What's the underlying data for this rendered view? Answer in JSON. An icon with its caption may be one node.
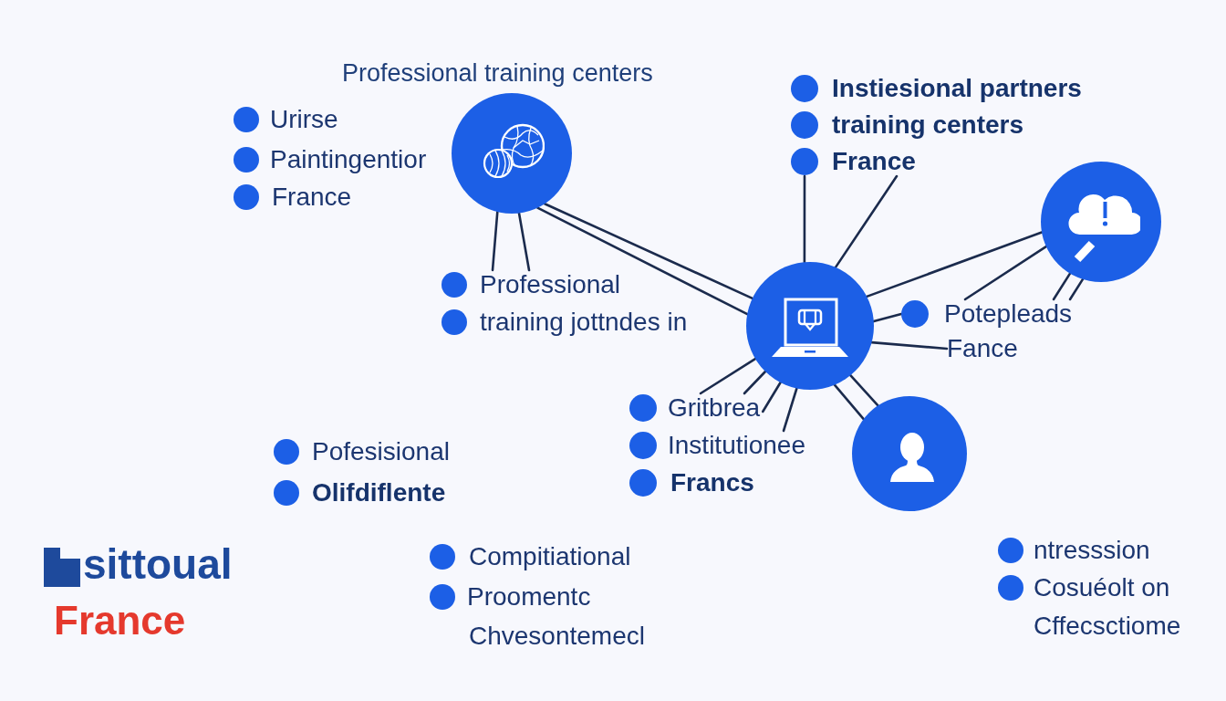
{
  "diagram": {
    "nodes": [
      {
        "text": [
          "Professional training centers"
        ]
      },
      {
        "text": [
          "France"
        ]
      },
      {
        "text": [],
        "shape": "circle"
      },
      {
        "text": [
          "Professional"
        ]
      },
      {
        "text": [
          "Potepleads"
        ]
      },
      {
        "text": [],
        "shape": "circle"
      },
      {
        "text": [
          "Fance"
        ]
      },
      {
        "text": [
          "Gritbrea"
        ]
      },
      {
        "text": [
          "Institutionee"
        ]
      },
      {
        "text": [],
        "shape": "circle"
      }
    ],
    "edges": [
      {
        "from": 0,
        "to": 3,
        "arrow": "none"
      },
      {
        "from": 0,
        "to": 3,
        "arrow": "none"
      },
      {
        "from": 0,
        "to": 5,
        "arrow": "none"
      },
      {
        "from": 0,
        "to": 5,
        "arrow": "none"
      },
      {
        "from": 5,
        "to": 1,
        "arrow": "none"
      },
      {
        "from": 5,
        "to": 1,
        "arrow": "none"
      },
      {
        "from": 5,
        "to": 2,
        "arrow": "none"
      },
      {
        "from": 4,
        "to": 2,
        "arrow": "none"
      },
      {
        "from": 2,
        "to": 4,
        "arrow": "none"
      },
      {
        "from": 2,
        "to": 4,
        "arrow": "none"
      },
      {
        "from": 5,
        "to": 4,
        "arrow": "none"
      },
      {
        "from": 5,
        "to": 6,
        "arrow": "none"
      },
      {
        "from": 5,
        "to": 7,
        "arrow": "none"
      },
      {
        "from": 5,
        "to": 7,
        "arrow": "none"
      },
      {
        "from": 5,
        "to": 7,
        "arrow": "none"
      },
      {
        "from": 5,
        "to": 8,
        "arrow": "none"
      },
      {
        "from": 5,
        "to": 9,
        "arrow": "none"
      },
      {
        "from": 5,
        "to": 9,
        "arrow": "none"
      }
    ],
    "labels": [
      "Instiesional partners",
      "training centers",
      "Urirse",
      "Paintingentior",
      "France",
      "training jottndes in",
      "Francs",
      "Pofesisional",
      "Olifdiflente",
      "sittoual",
      "France",
      "Compitiational",
      "Proomentc",
      "Chvesontemecl",
      "ntresssion",
      "Cosuéolt on",
      "Cffecsctiome"
    ]
  }
}
